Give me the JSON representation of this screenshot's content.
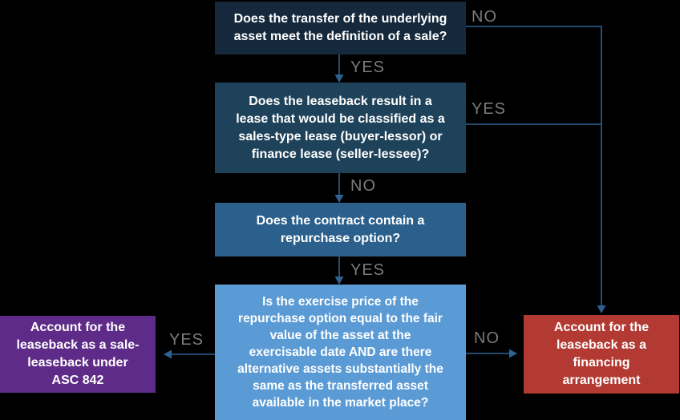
{
  "nodes": {
    "q1": {
      "text": "Does the transfer of the underlying\nasset meet the definition of a sale?"
    },
    "q2": {
      "text": "Does the leaseback result in a\nlease that would be classified as a\nsales-type lease (buyer-lessor) or\nfinance lease (seller-lessee)?"
    },
    "q3": {
      "text": "Does the contract contain a\nrepurchase option?"
    },
    "q4": {
      "text": "Is the exercise price of the\nrepurchase option equal to the fair\nvalue of the asset at the\nexercisable date AND are there\nalternative assets substantially the\nsame as the transferred asset\navailable in the market place?"
    },
    "outcome_sale": {
      "text": "Account for the\nleaseback as a sale-\nleaseback under\nASC 842"
    },
    "outcome_financing": {
      "text": "Account for the\nleaseback as a\nfinancing\narrangement"
    }
  },
  "labels": {
    "q1_no": "NO",
    "q1_yes": "YES",
    "q2_yes": "YES",
    "q2_no": "NO",
    "q3_yes": "YES",
    "q4_yes": "YES",
    "q4_no": "NO"
  },
  "colors": {
    "background": "#000000",
    "q1_fill": "#16293c",
    "q2_fill": "#1e425a",
    "q3_fill": "#2b608c",
    "q4_fill": "#5b9bd5",
    "outcome_sale_fill": "#5e2c88",
    "outcome_financing_fill": "#b23a32",
    "connector": "#2d6292",
    "edge_label_text": "#7b7b7b",
    "node_text": "#ffffff"
  }
}
